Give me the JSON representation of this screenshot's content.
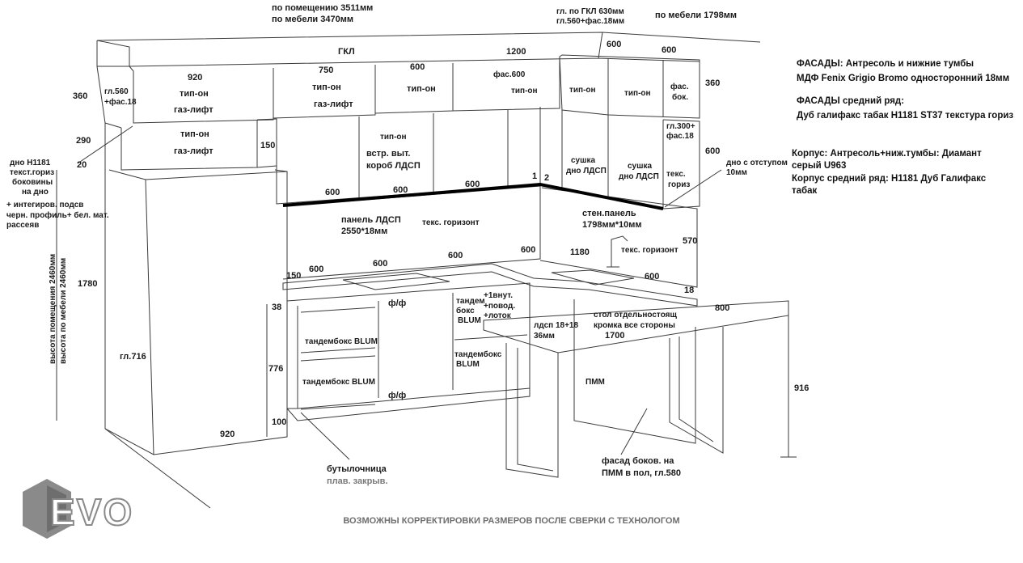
{
  "top_dims": {
    "room": "по помещению 3511мм",
    "furniture": "по мебели 3470мм",
    "gkl_note_1": "гл. по ГКЛ 630мм",
    "gkl_note_2": "гл.560+фас.18мм",
    "furniture_side": "по мебели 1798мм"
  },
  "notes": {
    "facades_1_title": "ФАСАДЫ: Антресоль и нижние тумбы",
    "facades_1_text": "МДФ Fenix Grigio Bromo односторонний 18мм",
    "facades_2_title": "ФАСАДЫ средний ряд:",
    "facades_2_text": "Дуб галифакс табак Н1181 ST37 текстура гориз",
    "body_line_1": "Корпус: Антресоль+ниж.тумбы: Диамант",
    "body_line_2": "серый U963",
    "body_line_3": "Корпус средний ряд: Н1181 Дуб Галифакс",
    "body_line_4": "табак"
  },
  "labels": {
    "gkl": "ГКЛ",
    "d920_top": "920",
    "d750": "750",
    "d600_top": "600",
    "d1200": "1200",
    "d600_right_a": "600",
    "d600_right_b": "600",
    "d360_left": "360",
    "d360_right": "360",
    "depth560": "гл.560",
    "depth560b": "+фас.18",
    "tip_on_1": "тип-он",
    "gaz_1": "газ-лифт",
    "tip_on_2": "тип-он",
    "gaz_2": "газ-лифт",
    "tip_on_3": "тип-он",
    "fas600": "фас.600",
    "tip_on_4": "тип-он",
    "tip_on_5": "тип-он",
    "tip_on_6": "тип-он",
    "fas_bok": "фас.",
    "fas_bok2": "бок.",
    "d290": "290",
    "tip_on_7": "тип-он",
    "gaz_3": "газ-лифт",
    "d20": "20",
    "d150a": "150",
    "tip_on_8": "тип-он",
    "built_in_1": "встр. выт.",
    "built_in_2": "короб ЛДСП",
    "dryer_1a": "сушка",
    "dryer_1b": "дно ЛДСП",
    "dryer_2a": "сушка",
    "dryer_2b": "дно ЛДСП",
    "gl300": "гл.300+",
    "fas18": "фас.18",
    "d600_side": "600",
    "tex_goriz_1": "текс.",
    "tex_goriz_2": "гориз",
    "bottom_offset_1": "дно с отступом",
    "bottom_offset_2": "10мм",
    "bottom_h1181_1": "дно Н1181",
    "bottom_h1181_2": "текст.гориз",
    "bottom_h1181_3": "боковины",
    "bottom_h1181_4": "на дно",
    "light_1": "+ интегиров. подсв",
    "light_2": "черн. профиль+ бел. мат.",
    "light_3": "рассеяв",
    "d600_w1": "600",
    "d600_w2": "600",
    "d600_w3": "600",
    "x1": "1",
    "x2": "2",
    "panel_1": "панель ЛДСП",
    "panel_2": "2550*18мм",
    "tex_goriz_panel": "текс. горизонт",
    "wall_panel_1": "стен.панель",
    "wall_panel_2": "1798мм*10мм",
    "tex_goriz_wall": "текс. горизонт",
    "d1180": "1180",
    "d570": "570",
    "d150b": "150",
    "d600_c1": "600",
    "d600_c2": "600",
    "d600_c3": "600",
    "d600_c4": "600",
    "d600_c5": "600",
    "d18": "18",
    "d1780": "1780",
    "h_room": "высота помещения 2460мм",
    "h_furn": "высота по мебели 2460мм",
    "d38": "38",
    "ff_1": "ф/ф",
    "ff_2": "ф/ф",
    "tandem_1": "тандембокс BLUM",
    "tandem_2": "тандембокс BLUM",
    "tandem_3a": "тандем",
    "tandem_3b": "бокс",
    "tandem_3c": "BLUM",
    "inner_1": "+1внут.",
    "inner_2": "+повод.",
    "inner_3": "+лоток",
    "tandem_4a": "тандембокс",
    "tandem_4b": "BLUM",
    "ldsp_1": "лдсп 18+18",
    "ldsp_2": "36мм",
    "table_1": "стол отдельностоящ",
    "table_2": "кромка все стороны",
    "d1700": "1700",
    "d800": "800",
    "pmm": "ПММ",
    "gl716": "гл.716",
    "d776": "776",
    "d100": "100",
    "d920_bottom": "920",
    "d916": "916",
    "bottle_1": "бутылочница",
    "bottle_2": "плав. закрыв.",
    "facade_side_1": "фасад боков. на",
    "facade_side_2": "ПММ в пол, гл.580"
  },
  "footer": "ВОЗМОЖНЫ КОРРЕКТИРОВКИ РАЗМЕРОВ ПОСЛЕ СВЕРКИ С ТЕХНОЛОГОМ",
  "logo": "EVO",
  "colors": {
    "line": "#3a3a3a",
    "thick": "#000000",
    "logo": "#8a8a8a"
  }
}
